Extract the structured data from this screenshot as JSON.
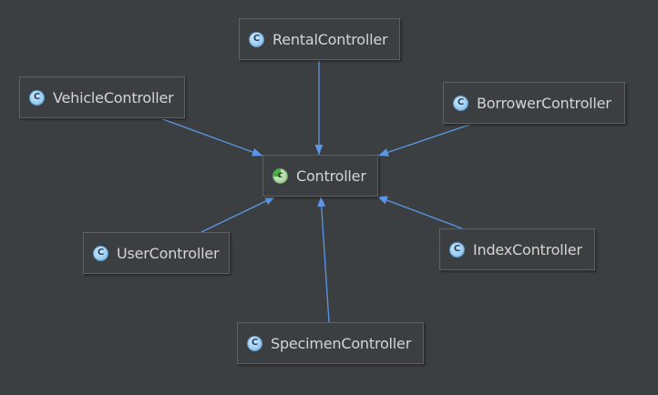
{
  "diagram": {
    "background_color": "#3c3f41",
    "edge_color": "#5b97e6",
    "edge_kind": "generalization",
    "nodes": [
      {
        "id": "rental",
        "label": "RentalController",
        "icon": "class-icon"
      },
      {
        "id": "vehicle",
        "label": "VehicleController",
        "icon": "class-icon"
      },
      {
        "id": "borrower",
        "label": "BorrowerController",
        "icon": "class-icon"
      },
      {
        "id": "controller",
        "label": "Controller",
        "icon": "abstract-class-icon"
      },
      {
        "id": "index",
        "label": "IndexController",
        "icon": "class-icon"
      },
      {
        "id": "user",
        "label": "UserController",
        "icon": "class-icon"
      },
      {
        "id": "specimen",
        "label": "SpecimenController",
        "icon": "class-icon"
      }
    ],
    "edges": [
      {
        "from": "rental",
        "to": "controller"
      },
      {
        "from": "vehicle",
        "to": "controller"
      },
      {
        "from": "borrower",
        "to": "controller"
      },
      {
        "from": "user",
        "to": "controller"
      },
      {
        "from": "index",
        "to": "controller"
      },
      {
        "from": "specimen",
        "to": "controller"
      }
    ]
  }
}
